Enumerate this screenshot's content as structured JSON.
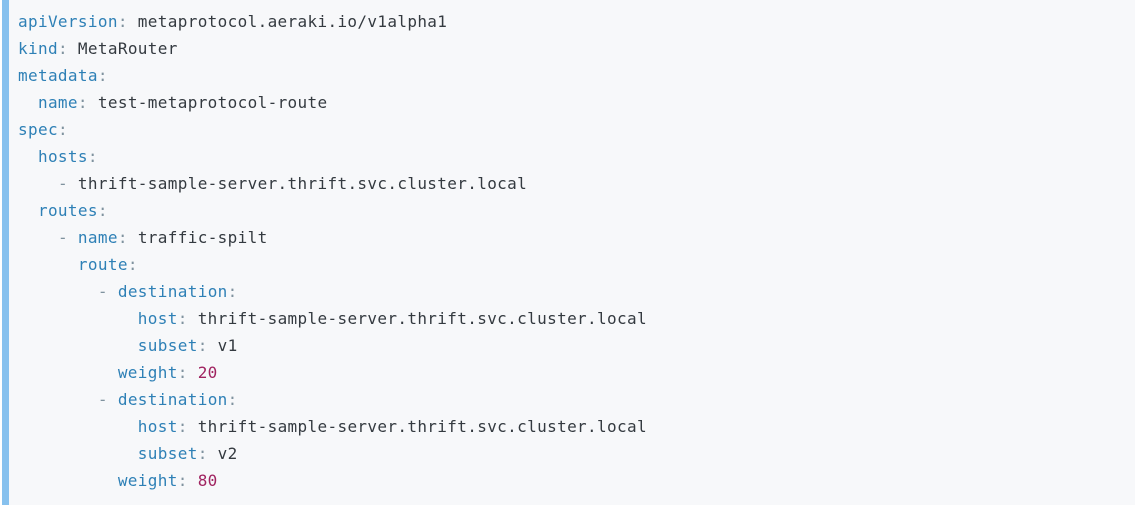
{
  "page": {
    "background": "#ffffff"
  },
  "code_block": {
    "language": "yaml",
    "background": "#f7f8fa",
    "accent_bar_color": "#87c1ee",
    "colors": {
      "key": "#2e80b6",
      "punctuation": "#7f929e",
      "value": "#343a40",
      "number": "#a02360"
    },
    "lines": [
      {
        "tokens": [
          {
            "t": "key",
            "s": "apiVersion"
          },
          {
            "t": "punc",
            "s": ": "
          },
          {
            "t": "val",
            "s": "metaprotocol.aeraki.io/v1alpha1"
          }
        ]
      },
      {
        "tokens": [
          {
            "t": "key",
            "s": "kind"
          },
          {
            "t": "punc",
            "s": ": "
          },
          {
            "t": "val",
            "s": "MetaRouter"
          }
        ]
      },
      {
        "tokens": [
          {
            "t": "key",
            "s": "metadata"
          },
          {
            "t": "punc",
            "s": ":"
          }
        ]
      },
      {
        "tokens": [
          {
            "t": "ws",
            "s": "  "
          },
          {
            "t": "key",
            "s": "name"
          },
          {
            "t": "punc",
            "s": ": "
          },
          {
            "t": "val",
            "s": "test-metaprotocol-route"
          }
        ]
      },
      {
        "tokens": [
          {
            "t": "key",
            "s": "spec"
          },
          {
            "t": "punc",
            "s": ":"
          }
        ]
      },
      {
        "tokens": [
          {
            "t": "ws",
            "s": "  "
          },
          {
            "t": "key",
            "s": "hosts"
          },
          {
            "t": "punc",
            "s": ":"
          }
        ]
      },
      {
        "tokens": [
          {
            "t": "ws",
            "s": "    "
          },
          {
            "t": "punc",
            "s": "- "
          },
          {
            "t": "val",
            "s": "thrift-sample-server.thrift.svc.cluster.local"
          }
        ]
      },
      {
        "tokens": [
          {
            "t": "ws",
            "s": "  "
          },
          {
            "t": "key",
            "s": "routes"
          },
          {
            "t": "punc",
            "s": ":"
          }
        ]
      },
      {
        "tokens": [
          {
            "t": "ws",
            "s": "    "
          },
          {
            "t": "punc",
            "s": "- "
          },
          {
            "t": "key",
            "s": "name"
          },
          {
            "t": "punc",
            "s": ": "
          },
          {
            "t": "val",
            "s": "traffic-spilt"
          }
        ]
      },
      {
        "tokens": [
          {
            "t": "ws",
            "s": "      "
          },
          {
            "t": "key",
            "s": "route"
          },
          {
            "t": "punc",
            "s": ":"
          }
        ]
      },
      {
        "tokens": [
          {
            "t": "ws",
            "s": "        "
          },
          {
            "t": "punc",
            "s": "- "
          },
          {
            "t": "key",
            "s": "destination"
          },
          {
            "t": "punc",
            "s": ":"
          }
        ]
      },
      {
        "tokens": [
          {
            "t": "ws",
            "s": "            "
          },
          {
            "t": "key",
            "s": "host"
          },
          {
            "t": "punc",
            "s": ": "
          },
          {
            "t": "val",
            "s": "thrift-sample-server.thrift.svc.cluster.local"
          }
        ]
      },
      {
        "tokens": [
          {
            "t": "ws",
            "s": "            "
          },
          {
            "t": "key",
            "s": "subset"
          },
          {
            "t": "punc",
            "s": ": "
          },
          {
            "t": "val",
            "s": "v1"
          }
        ]
      },
      {
        "tokens": [
          {
            "t": "ws",
            "s": "          "
          },
          {
            "t": "key",
            "s": "weight"
          },
          {
            "t": "punc",
            "s": ": "
          },
          {
            "t": "num",
            "s": "20"
          }
        ]
      },
      {
        "tokens": [
          {
            "t": "ws",
            "s": "        "
          },
          {
            "t": "punc",
            "s": "- "
          },
          {
            "t": "key",
            "s": "destination"
          },
          {
            "t": "punc",
            "s": ":"
          }
        ]
      },
      {
        "tokens": [
          {
            "t": "ws",
            "s": "            "
          },
          {
            "t": "key",
            "s": "host"
          },
          {
            "t": "punc",
            "s": ": "
          },
          {
            "t": "val",
            "s": "thrift-sample-server.thrift.svc.cluster.local"
          }
        ]
      },
      {
        "tokens": [
          {
            "t": "ws",
            "s": "            "
          },
          {
            "t": "key",
            "s": "subset"
          },
          {
            "t": "punc",
            "s": ": "
          },
          {
            "t": "val",
            "s": "v2"
          }
        ]
      },
      {
        "tokens": [
          {
            "t": "ws",
            "s": "          "
          },
          {
            "t": "key",
            "s": "weight"
          },
          {
            "t": "punc",
            "s": ": "
          },
          {
            "t": "num",
            "s": "80"
          }
        ]
      }
    ]
  }
}
